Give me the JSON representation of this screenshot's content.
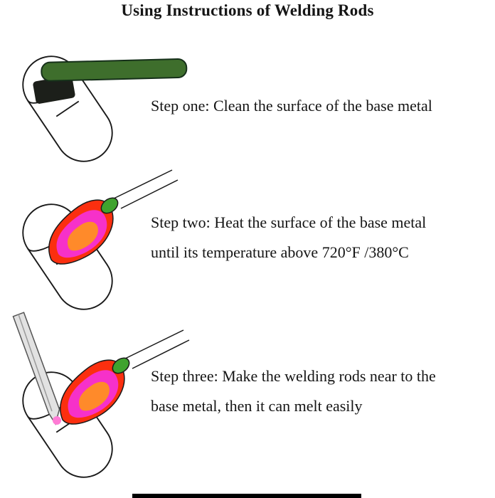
{
  "title": "Using Instructions of Welding Rods",
  "steps": [
    {
      "name": "step-one",
      "lines": [
        "Step one: Clean the surface of the base metal",
        ""
      ]
    },
    {
      "name": "step-two",
      "lines": [
        "Step two: Heat the surface of the base metal",
        "until its temperature above 720°F /380°C"
      ]
    },
    {
      "name": "step-three",
      "lines": [
        "Step three: Make the welding rods near to the",
        "base metal, then it can melt easily"
      ]
    }
  ],
  "icons": {
    "base_metal": "half-cylinder-base-metal-drawing",
    "brush": "cleaning-brush-icon",
    "flame": "torch-flame-icon",
    "rod": "welding-rod-icon"
  },
  "colors": {
    "line_black": "#1a1a1a",
    "brush_green": "#3e6e2c",
    "brush_edge": "#16301a",
    "bristle_dark": "#1c1f1a",
    "flame_red": "#fb2f0f",
    "flame_pink": "#f631c9",
    "flame_core": "#ff8a2a",
    "flame_tip_green": "#3fa32e",
    "rod_grey": "#e2e2e2",
    "rod_tip_pink": "#ff7bd5"
  }
}
